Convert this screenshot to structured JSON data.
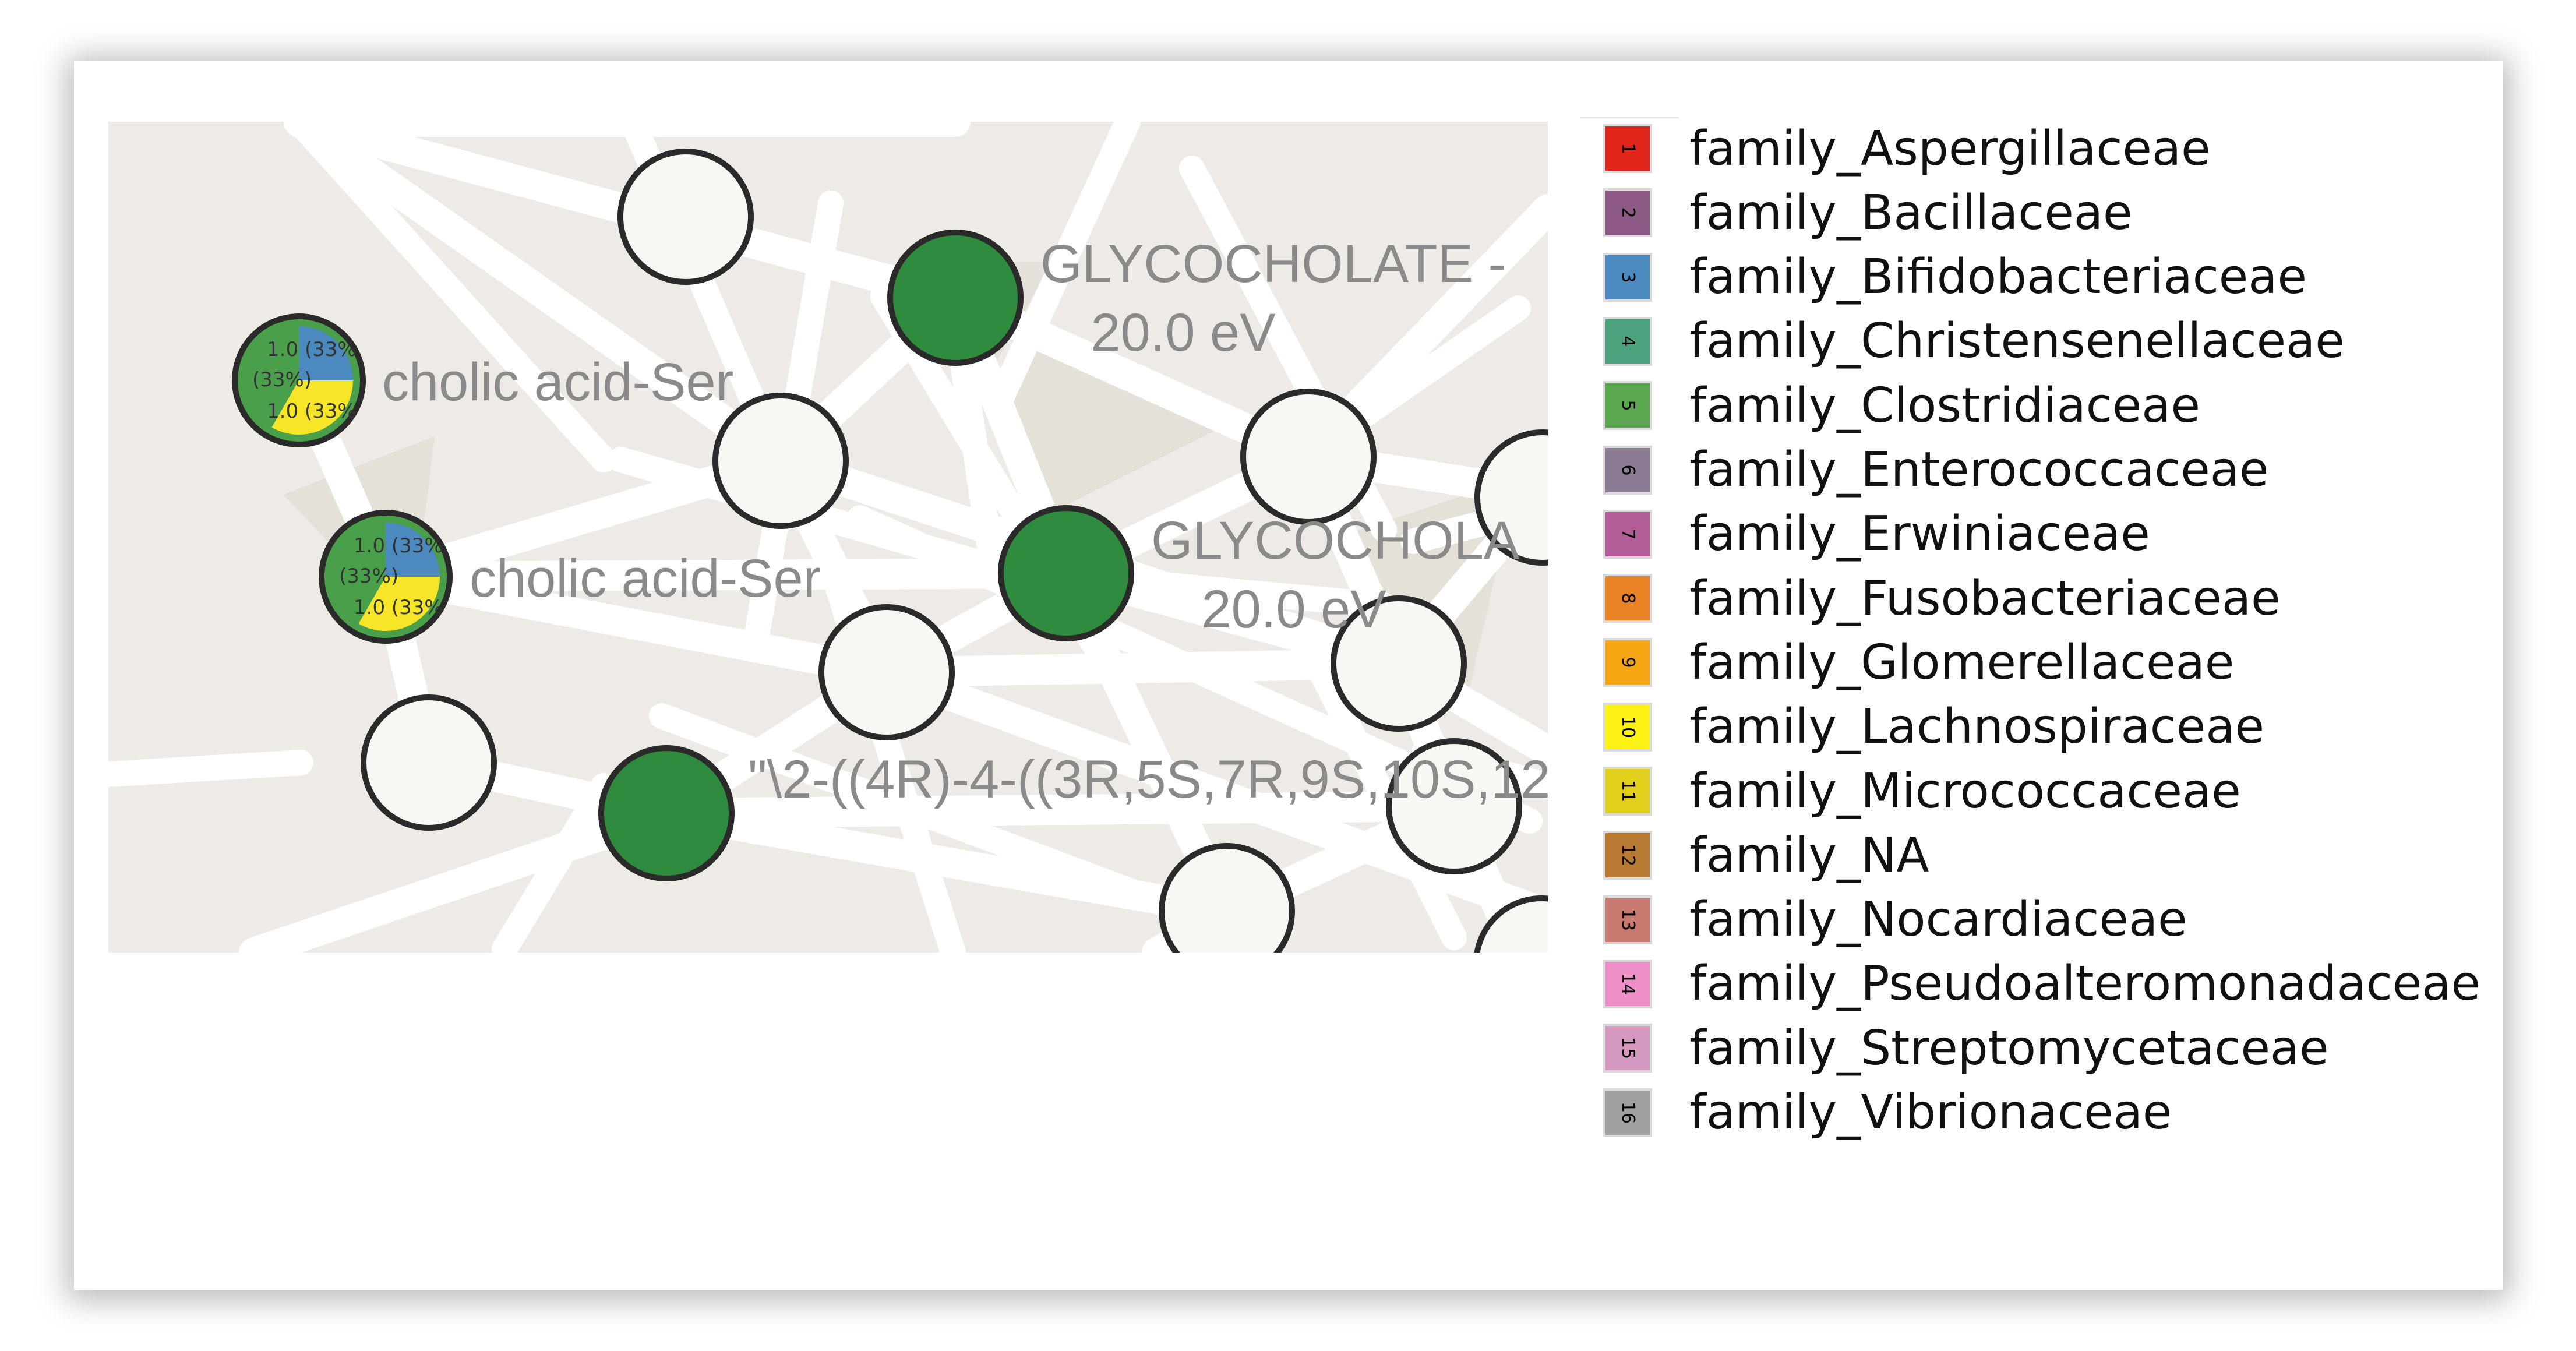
{
  "nodes": [
    {
      "kind": "pie",
      "label": "cholic acid-Ser",
      "pie_texts": [
        "1.0 (33%",
        "(33%)",
        "1.0 (33%"
      ],
      "slice_colors": [
        "#4b89bf",
        "#f7e627",
        "#4aa04a"
      ]
    },
    {
      "kind": "pie",
      "label": "cholic acid-Ser",
      "pie_texts": [
        "1.0 (33%",
        "(33%)",
        "1.0 (33%"
      ],
      "slice_colors": [
        "#4b89bf",
        "#f7e627",
        "#4aa04a"
      ]
    },
    {
      "kind": "green",
      "label": "GLYCOCHOLATE -",
      "label2": "20.0 eV"
    },
    {
      "kind": "green",
      "label": "GLYCOCHOLA",
      "label2": "20.0 eV"
    },
    {
      "kind": "green",
      "label": "\"\\2-((4R)-4-((3R,5S,7R,9S,10S,12"
    }
  ],
  "colors": {
    "canvas_bg": "#eeebe6",
    "edge": "#ffffff",
    "node_fill": "#f6f9f3",
    "node_stroke": "#2a2a2a",
    "node_green": "#2f8c3f",
    "label_gray": "#8a8a8a"
  },
  "legend": {
    "items": [
      {
        "number": "1",
        "label": "family_Aspergillaceae",
        "color": "#e1261c"
      },
      {
        "number": "2",
        "label": "family_Bacillaceae",
        "color": "#8c5a85"
      },
      {
        "number": "3",
        "label": "family_Bifidobacteriaceae",
        "color": "#4b89bf"
      },
      {
        "number": "4",
        "label": "family_Christensenellaceae",
        "color": "#4ba37e"
      },
      {
        "number": "5",
        "label": "family_Clostridiaceae",
        "color": "#5aa750"
      },
      {
        "number": "6",
        "label": "family_Enterococcaceae",
        "color": "#8a7a92"
      },
      {
        "number": "7",
        "label": "family_Erwiniaceae",
        "color": "#b35e98"
      },
      {
        "number": "8",
        "label": "family_Fusobacteriaceae",
        "color": "#e88224"
      },
      {
        "number": "9",
        "label": "family_Glomerellaceae",
        "color": "#f6a612"
      },
      {
        "number": "10",
        "label": "family_Lachnospiraceae",
        "color": "#fbf112"
      },
      {
        "number": "11",
        "label": "family_Micrococcaceae",
        "color": "#e2cf1c"
      },
      {
        "number": "12",
        "label": "family_NA",
        "color": "#b87a32"
      },
      {
        "number": "13",
        "label": "family_Nocardiaceae",
        "color": "#c97a70"
      },
      {
        "number": "14",
        "label": "family_Pseudoalteromonadaceae",
        "color": "#ef8fc7"
      },
      {
        "number": "15",
        "label": "family_Streptomycetaceae",
        "color": "#d69ac0"
      },
      {
        "number": "16",
        "label": "family_Vibrionaceae",
        "color": "#a0a0a0"
      }
    ]
  }
}
